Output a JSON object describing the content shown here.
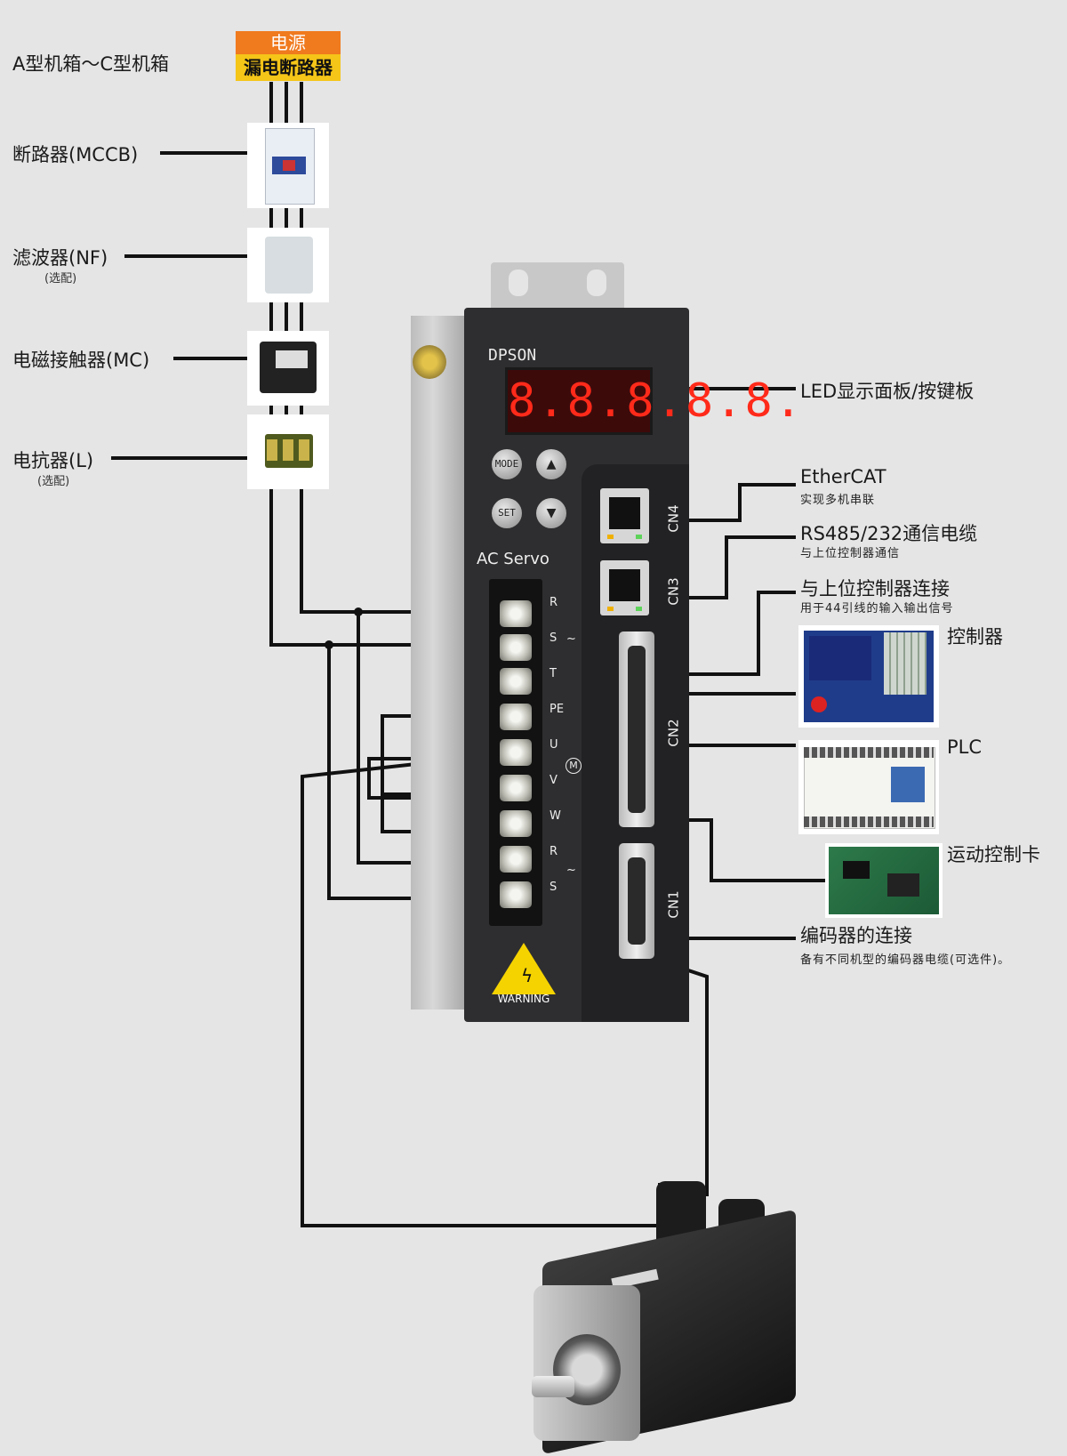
{
  "header": {
    "chassis_label": "A型机箱～C型机箱",
    "power_top": "电源",
    "power_bottom": "漏电断路器"
  },
  "left_components": [
    {
      "label": "断路器(MCCB)",
      "note": ""
    },
    {
      "label": "滤波器(NF)",
      "note": "(选配)"
    },
    {
      "label": "电磁接触器(MC)",
      "note": ""
    },
    {
      "label": "电抗器(L)",
      "note": "(选配)"
    }
  ],
  "drive": {
    "brand": "DPSON",
    "display": "8.8.8.8.8.",
    "keys": [
      "MODE",
      "▲",
      "SET",
      "▼"
    ],
    "model_label": "AC Servo",
    "terminals": [
      "R",
      "S",
      "T",
      "PE",
      "U",
      "V",
      "W",
      "R",
      "S"
    ],
    "terminal_symbol_m": "M",
    "connectors": [
      "CN4",
      "CN3",
      "CN2",
      "CN1"
    ],
    "warning": "WARNING"
  },
  "right_labels": {
    "led_panel": "LED显示面板/按键板",
    "ethercat": "EtherCAT",
    "ethercat_sub": "实现多机串联",
    "rs485": "RS485/232通信电缆",
    "rs485_sub": "与上位控制器通信",
    "host": "与上位控制器连接",
    "host_sub": "用于44引线的输入输出信号",
    "controller": "控制器",
    "plc": "PLC",
    "motion_card": "运动控制卡",
    "encoder": "编码器的连接",
    "encoder_sub": "备有不同机型的编码器电缆(可选件)。"
  },
  "colors": {
    "wire": "#111111",
    "power_orange": "#f07a1e",
    "power_yellow": "#f5c518",
    "display_red": "#ff2a1a"
  }
}
